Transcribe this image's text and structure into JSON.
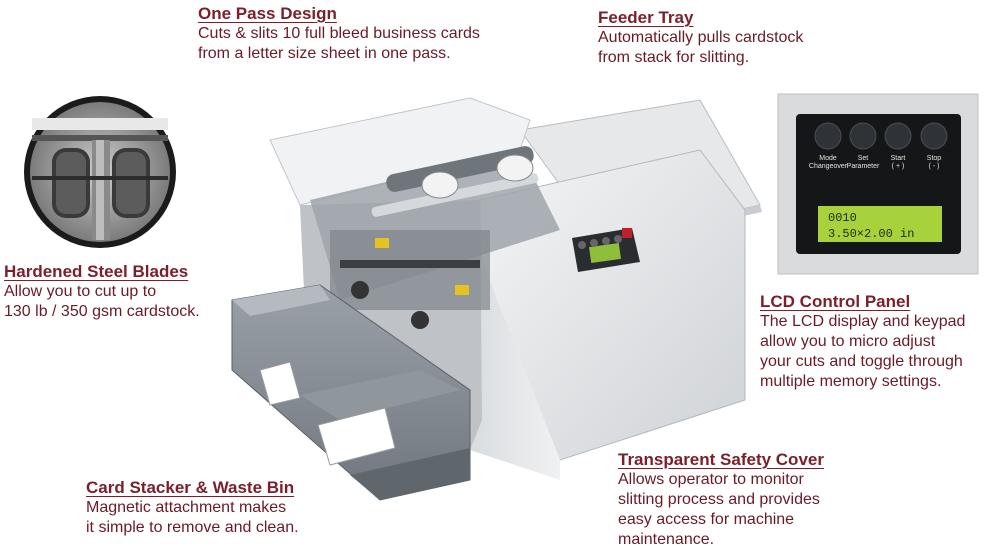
{
  "callouts": {
    "one_pass": {
      "title": "One Pass Design",
      "lines": [
        "Cuts & slits 10 full bleed business cards",
        "from a letter size sheet in one pass."
      ]
    },
    "feeder_tray": {
      "title": "Feeder Tray",
      "lines": [
        "Automatically pulls cardstock",
        "from stack for slitting."
      ]
    },
    "blades": {
      "title": "Hardened Steel Blades",
      "lines": [
        "Allow you to cut up to",
        "130 lb / 350 gsm cardstock."
      ]
    },
    "lcd_panel": {
      "title": "LCD Control Panel",
      "lines": [
        "The LCD display and keypad",
        "allow you to micro adjust",
        "your cuts and toggle through",
        "multiple memory settings."
      ]
    },
    "safety_cover": {
      "title": "Transparent Safety Cover",
      "lines": [
        "Allows operator to monitor",
        "slitting process and provides",
        "easy access for machine",
        "maintenance."
      ]
    },
    "stacker": {
      "title": "Card Stacker & Waste Bin",
      "lines": [
        "Magnetic attachment makes",
        "it simple to remove and clean."
      ]
    }
  },
  "control_panel": {
    "buttons": [
      {
        "label_1": "Mode",
        "label_2": "Changeover"
      },
      {
        "label_1": "Set",
        "label_2": "Parameter"
      },
      {
        "label_1": "Start",
        "label_2": "( + )"
      },
      {
        "label_1": "Stop",
        "label_2": "( - )"
      }
    ],
    "lcd_line_1": "0010",
    "lcd_line_2": "3.50×2.00  in"
  },
  "colors": {
    "title": "#7a1f2b",
    "body": "#6b1a25",
    "lcd_green": "#a8d23c",
    "machine_body": "#e9eaec"
  }
}
